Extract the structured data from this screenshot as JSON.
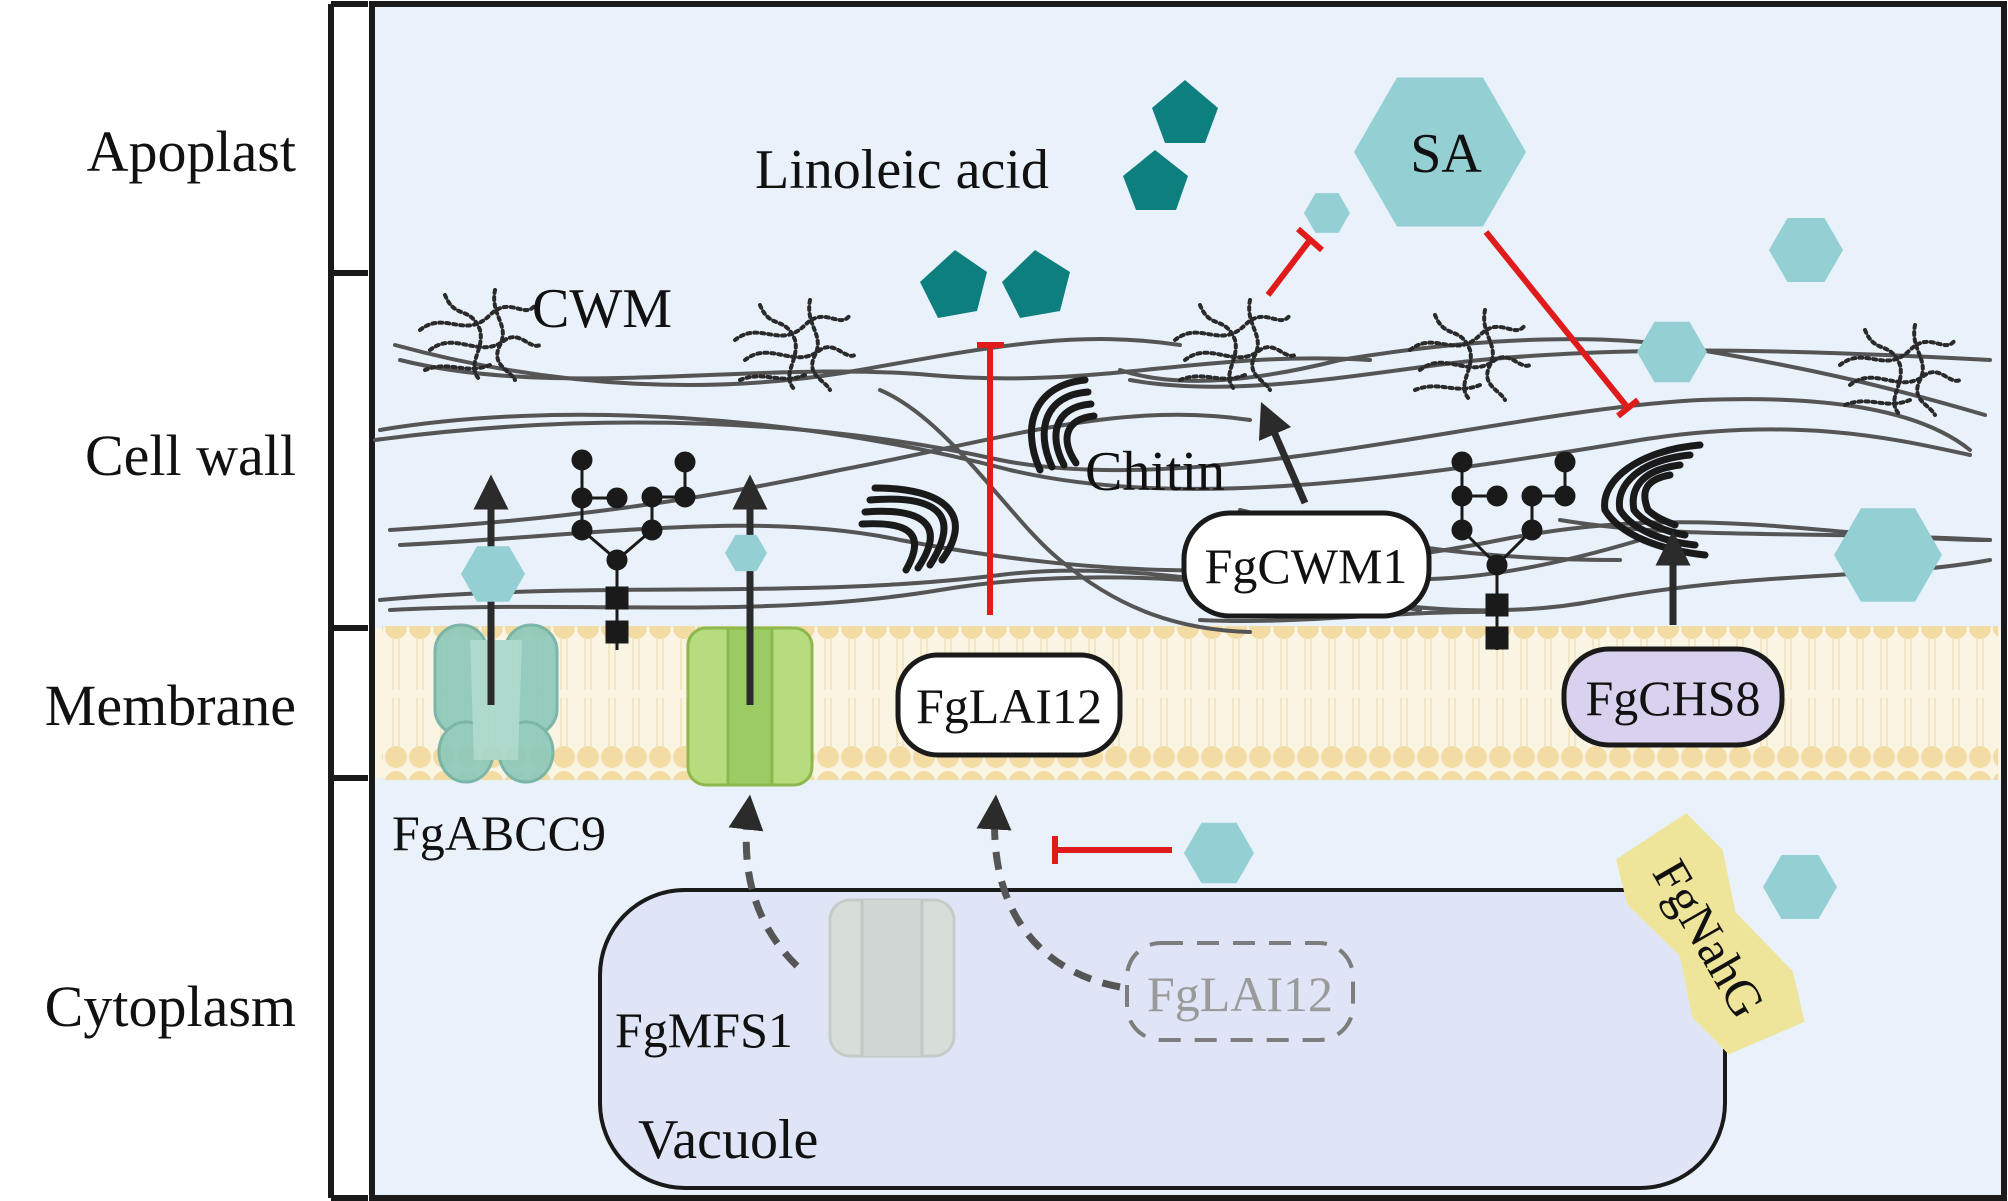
{
  "regions": {
    "apoplast": "Apoplast",
    "cell_wall": "Cell wall",
    "membrane": "Membrane",
    "cytoplasm": "Cytoplasm"
  },
  "labels": {
    "linoleic_acid": "Linoleic acid",
    "sa": "SA",
    "cwm": "CWM",
    "chitin": "Chitin",
    "fgcwm1": "FgCWM1",
    "fgchs8": "FgCHS8",
    "fglai12_membrane": "FgLAI12",
    "fglai12_vacuole": "FgLAI12",
    "fgabcc9": "FgABCC9",
    "fgmfs1": "FgMFS1",
    "fgnahg": "FgNahG",
    "vacuole": "Vacuole"
  },
  "colors": {
    "background": "#e9f1fb",
    "membrane_lipid": "#f2dca4",
    "membrane_band": "#faf4e2",
    "sa_hexagon": "#93cfd3",
    "linoleic_pentagon": "#0e7f7f",
    "inhibition": "#e01b1b",
    "activation": "#2b2b2b",
    "fgchs8_fill": "#d9d2ef",
    "fgnahg_fill": "#efe59a",
    "abcc9": "#8cc8bb",
    "mfs1_green": "#b6dc7d",
    "vacuole_fill": "#dfe5f7"
  },
  "icons": [
    "cwm-network-icon",
    "chitin-arc-icon",
    "glycan-tree-icon",
    "transporter-icon",
    "hexagon-sa-icon",
    "pentagon-linoleic-icon"
  ]
}
